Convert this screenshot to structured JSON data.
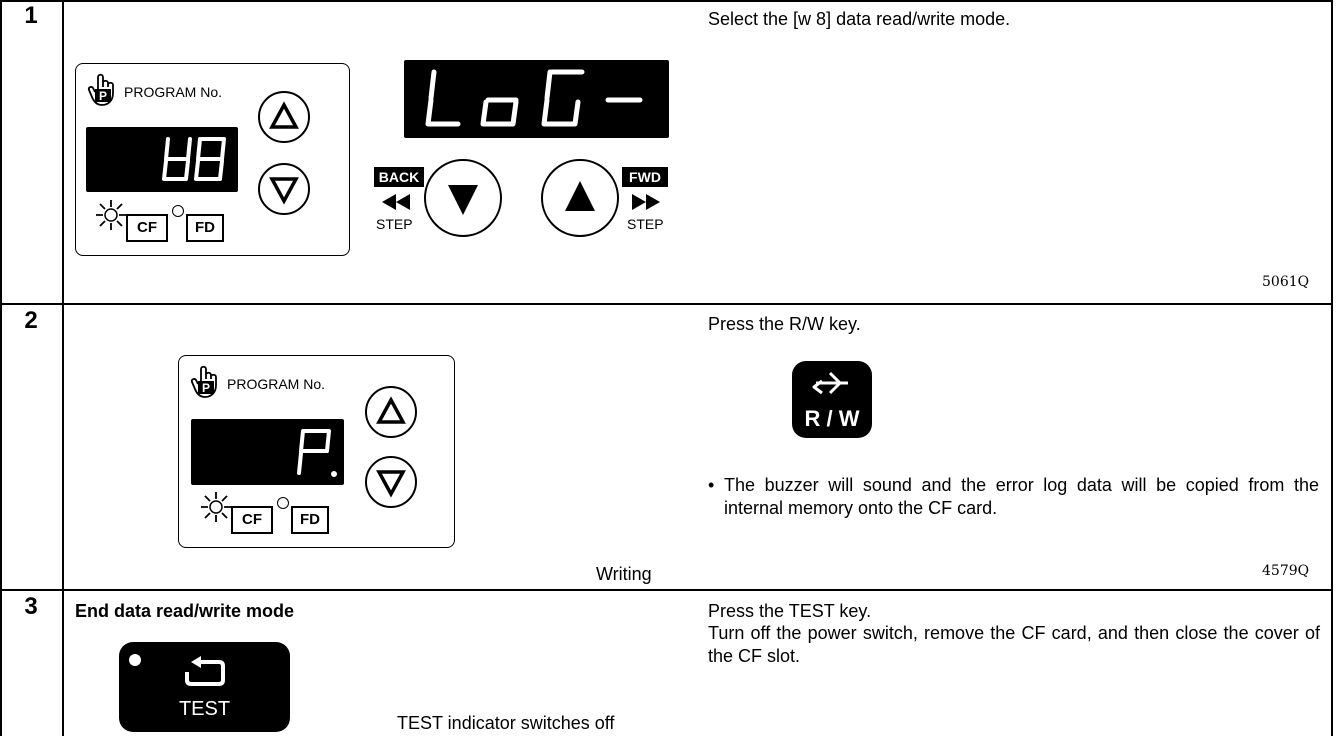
{
  "steps": [
    {
      "number": "1",
      "panel": {
        "program_label": "PROGRAM No.",
        "display": "w8",
        "cf_label": "CF",
        "fd_label": "FD"
      },
      "big_display": "LoG-",
      "back_label": "BACK",
      "fwd_label": "FWD",
      "step_label_left": "STEP",
      "step_label_right": "STEP",
      "instruction": "Select the [w 8] data read/write mode.",
      "figure_id": "5061Q"
    },
    {
      "number": "2",
      "panel": {
        "program_label": "PROGRAM No.",
        "display": "P.",
        "cf_label": "CF",
        "fd_label": "FD"
      },
      "caption": "Writing",
      "instruction": "Press the R/W key.",
      "rw_key_label": "R / W",
      "bullet": "The buzzer will sound and the error log data will be copied from the internal memory onto the CF card.",
      "figure_id": "4579Q"
    },
    {
      "number": "3",
      "title": "End data read/write mode",
      "test_key_label": "TEST",
      "caption": "TEST indicator switches off",
      "instruction_1": "Press the TEST key.",
      "instruction_2": "Turn off the power switch, remove the CF card, and then close the cover of the CF slot."
    }
  ]
}
